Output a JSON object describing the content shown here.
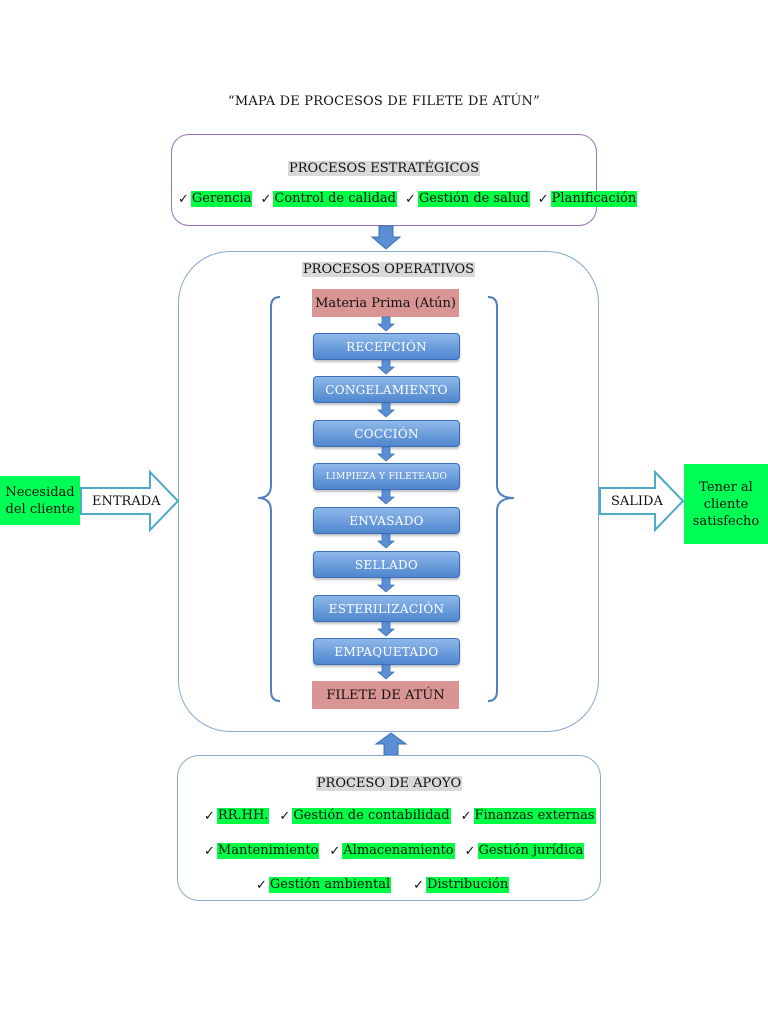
{
  "title": "“MAPA DE PROCESOS DE FILETE DE ATÚN”",
  "estrategicos": {
    "heading": "PROCESOS ESTRATÉGICOS",
    "items": [
      "Gerencia",
      "Control de calidad",
      "Gestión de salud",
      "Planificación"
    ]
  },
  "operativos": {
    "heading": "PROCESOS OPERATIVOS",
    "input": "Materia Prima (Atún)",
    "steps": [
      "RECEPCIÓN",
      "CONGELAMIENTO",
      "COCCIÓN",
      "LIMPIEZA Y FILETEADO",
      "ENVASADO",
      "SELLADO",
      "ESTERILIZACIÓN",
      "EMPAQUETADO"
    ],
    "output": "FILETE DE ATÚN"
  },
  "apoyo": {
    "heading": "PROCESO DE APOYO",
    "row1": [
      "RR.HH.",
      "Gestión de contabilidad",
      "Finanzas externas"
    ],
    "row2": [
      "Mantenimiento",
      "Almacenamiento",
      "Gestión jurídica"
    ],
    "row3": [
      "Gestión ambiental",
      "Distribución"
    ]
  },
  "entrada": {
    "label": "ENTRADA",
    "source": "Necesidad del cliente"
  },
  "salida": {
    "label": "SALIDA",
    "target": "Tener al cliente satisfecho"
  },
  "check_symbol": "✓",
  "colors": {
    "highlight": "#00ff44",
    "step": "#5b8fd4",
    "pink": "#d99594",
    "heading_bg": "#d9d9d9"
  }
}
